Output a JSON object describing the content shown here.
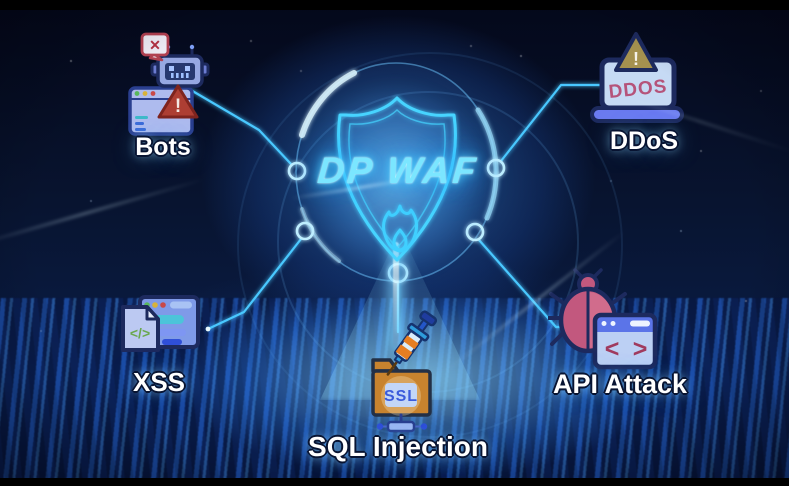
{
  "center": {
    "title": "DP WAF",
    "icon": "shield-flame"
  },
  "threats": [
    {
      "id": "bots",
      "label": "Bots",
      "icon": "robot-browser-warning",
      "badge_text": "✕",
      "warning_mark": "!"
    },
    {
      "id": "ddos",
      "label": "DDoS",
      "icon": "laptop-warning",
      "screen_text": "DDOS",
      "warning_mark": "!"
    },
    {
      "id": "xss",
      "label": "XSS",
      "icon": "browser-code-file",
      "code_text": "</>"
    },
    {
      "id": "api",
      "label": "API Attack",
      "icon": "bug-browser",
      "chevron_left": "<",
      "chevron_right": ">"
    },
    {
      "id": "sql",
      "label": "SQL Injection",
      "icon": "syringe-folder",
      "folder_text": "SSL"
    }
  ],
  "colors": {
    "neon_cyan": "#49c8ff",
    "label_white": "#ffffff",
    "alert_red": "#ad3e33",
    "alert_gold": "#a5914f",
    "ddos_text_pink": "#b5537a",
    "bug_pink": "#c2587e",
    "folder_orange": "#c8832e",
    "ssl_blue": "#3b5bdb",
    "code_green": "#6aa84f",
    "background_navy": "#081430"
  }
}
